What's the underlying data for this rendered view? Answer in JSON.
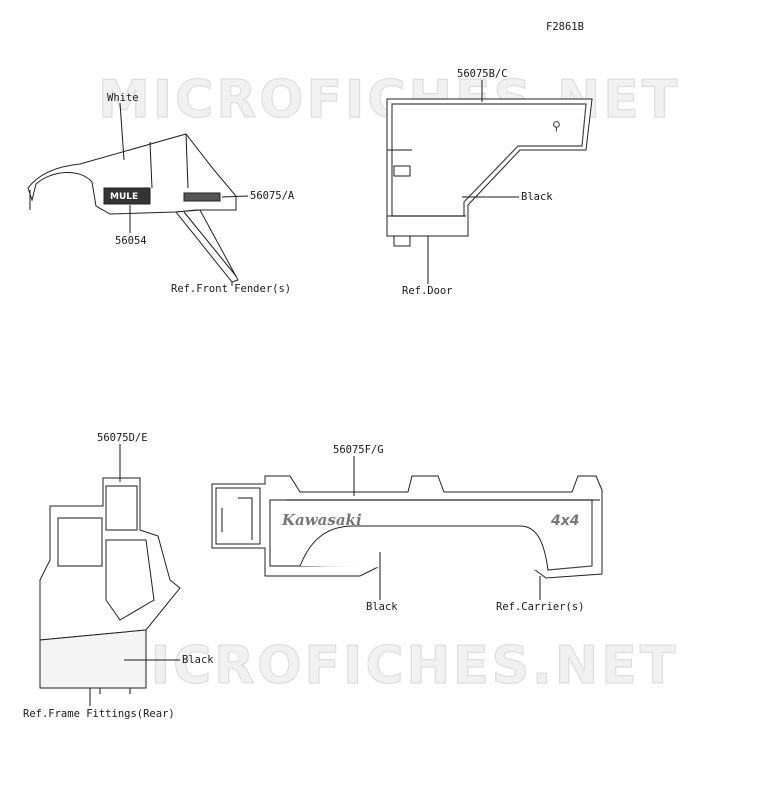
{
  "diagram_id": "F2861B",
  "watermark": "MICROFICHES.NET",
  "labels": {
    "white": "White",
    "part_56075ab": "56075/A",
    "part_56054": "56054",
    "ref_front_fender": "Ref.Front Fender(s)",
    "part_56075bc": "56075B/C",
    "black_door": "Black",
    "ref_door": "Ref.Door",
    "part_56075de": "56075D/E",
    "black_rear": "Black",
    "ref_frame_fittings": "Ref.Frame Fittings(Rear)",
    "part_56075fg": "56075F/G",
    "black_carrier": "Black",
    "ref_carrier": "Ref.Carrier(s)"
  },
  "logos": {
    "mule": "MULE",
    "kawasaki": "Kawasaki",
    "four_by_four": "4x4"
  }
}
